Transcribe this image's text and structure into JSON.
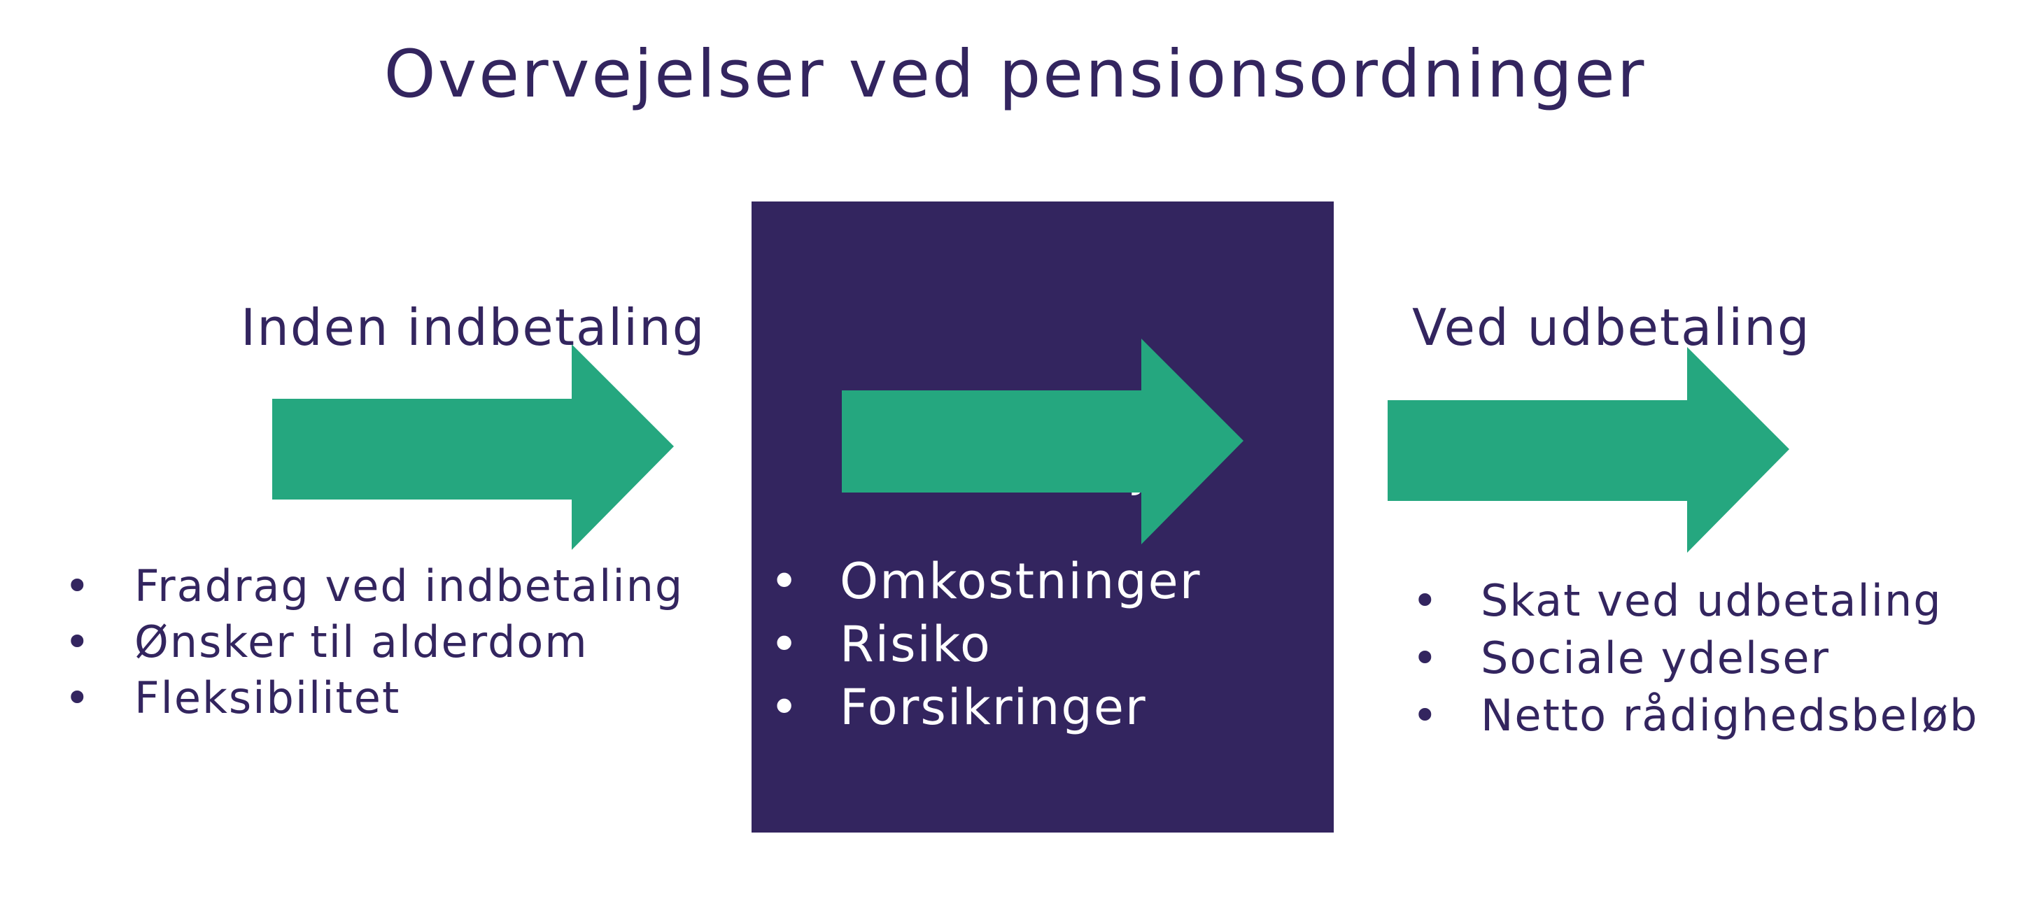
{
  "title": "Overvejelser ved pensionsordninger",
  "colors": {
    "primary": "#33255f",
    "arrow": "#25a77f",
    "background": "#ffffff",
    "box_text": "#ffffff"
  },
  "stages": [
    {
      "label": "Inden indbetaling",
      "items": [
        "Fradrag ved indbetaling",
        "Ønsker til alderdom",
        "Fleksibilitet"
      ]
    },
    {
      "label": "Undervejs",
      "items": [
        "Omkostninger",
        "Risiko",
        "Forsikringer"
      ]
    },
    {
      "label": "Ved udbetaling",
      "items": [
        "Skat ved udbetaling",
        "Sociale ydelser",
        "Netto rådighedsbeløb"
      ]
    }
  ],
  "bullet_symbol": "•"
}
